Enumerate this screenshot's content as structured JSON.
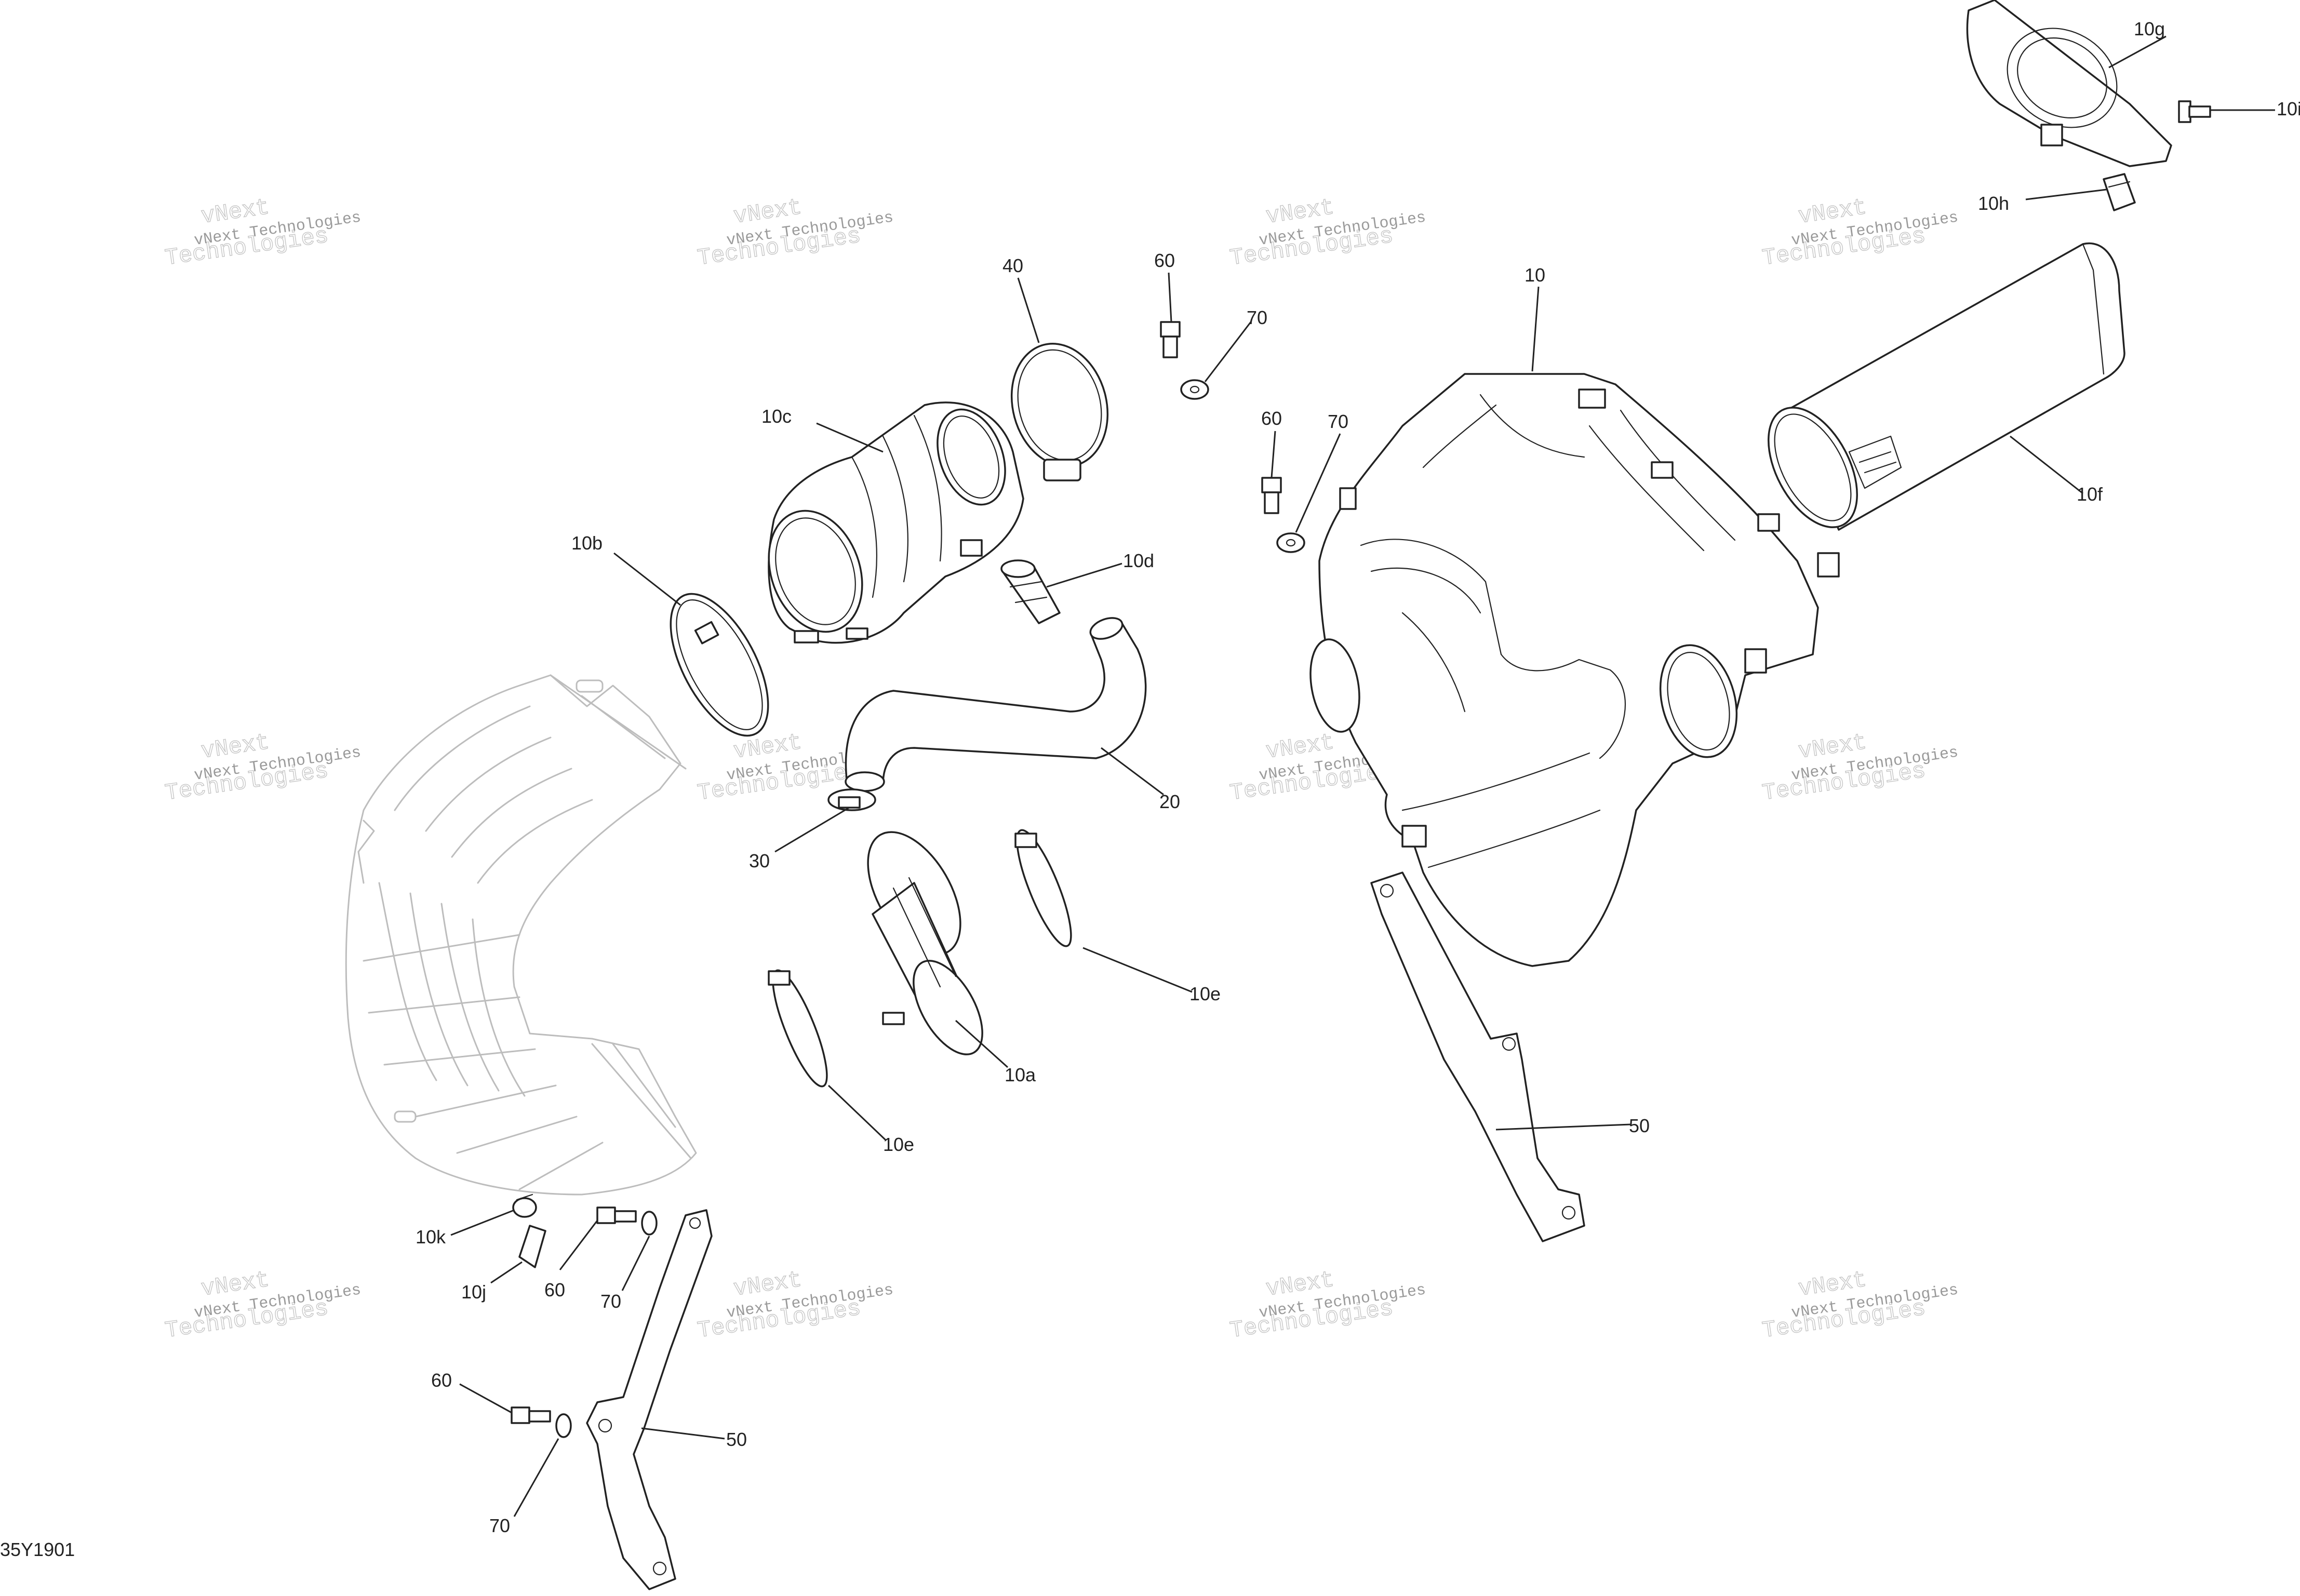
{
  "diagram": {
    "drawing_code": "35Y1901",
    "watermark": {
      "line1": "vNext",
      "line2": "Technologies",
      "line3": "Technologies"
    },
    "callouts": [
      {
        "id": "c-10g",
        "text": "10g"
      },
      {
        "id": "c-10i",
        "text": "10i"
      },
      {
        "id": "c-10h",
        "text": "10h"
      },
      {
        "id": "c-40",
        "text": "40"
      },
      {
        "id": "c-60a",
        "text": "60"
      },
      {
        "id": "c-70a",
        "text": "70"
      },
      {
        "id": "c-10",
        "text": "10"
      },
      {
        "id": "c-10c",
        "text": "10c"
      },
      {
        "id": "c-60b",
        "text": "60"
      },
      {
        "id": "c-70b",
        "text": "70"
      },
      {
        "id": "c-10f",
        "text": "10f"
      },
      {
        "id": "c-10b",
        "text": "10b"
      },
      {
        "id": "c-10d",
        "text": "10d"
      },
      {
        "id": "c-20",
        "text": "20"
      },
      {
        "id": "c-30",
        "text": "30"
      },
      {
        "id": "c-10e-a",
        "text": "10e"
      },
      {
        "id": "c-10a",
        "text": "10a"
      },
      {
        "id": "c-10e-b",
        "text": "10e"
      },
      {
        "id": "c-50a",
        "text": "50"
      },
      {
        "id": "c-10k",
        "text": "10k"
      },
      {
        "id": "c-10j",
        "text": "10j"
      },
      {
        "id": "c-60c",
        "text": "60"
      },
      {
        "id": "c-70c",
        "text": "70"
      },
      {
        "id": "c-60d",
        "text": "60"
      },
      {
        "id": "c-50b",
        "text": "50"
      },
      {
        "id": "c-70d",
        "text": "70"
      }
    ]
  }
}
